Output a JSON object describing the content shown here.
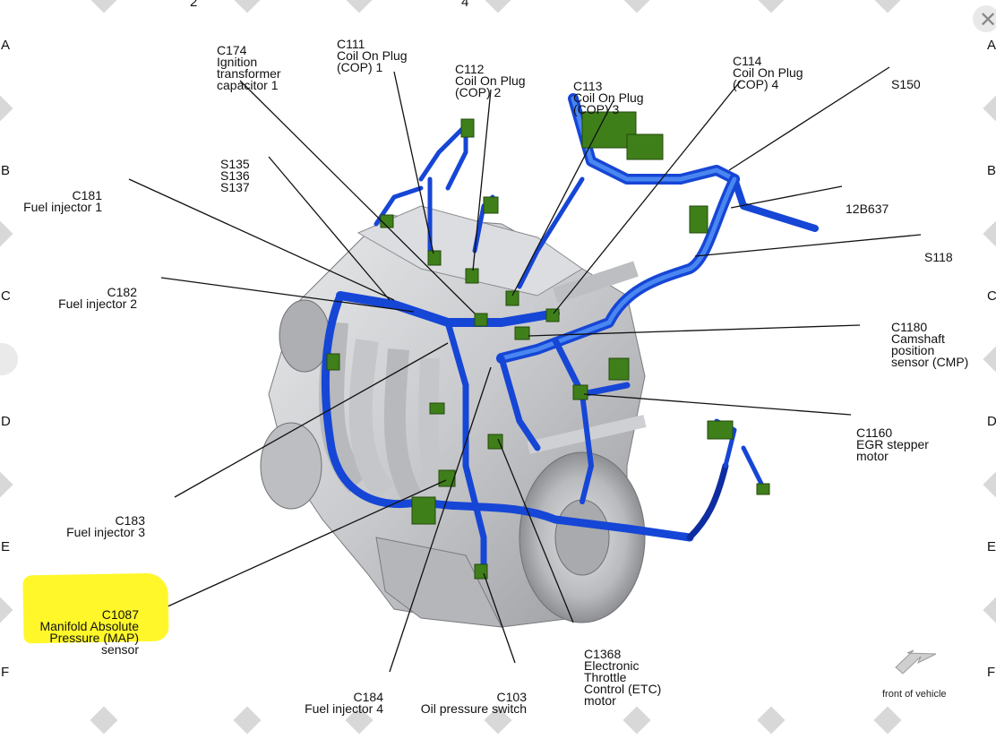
{
  "labels": {
    "c174": {
      "code": "C174",
      "desc": "Ignition\ntransformer\ncapacitor 1"
    },
    "c111": {
      "code": "C111",
      "desc": "Coil On Plug\n(COP) 1"
    },
    "c112": {
      "code": "C112",
      "desc": "Coil On Plug\n(COP) 2"
    },
    "c113": {
      "code": "C113",
      "desc": "Coil On Plug\n(COP) 3"
    },
    "c114": {
      "code": "C114",
      "desc": "Coil On Plug\n(COP) 4"
    },
    "s150": {
      "code": "S150"
    },
    "s135": {
      "code": "S135\nS136\nS137"
    },
    "c181": {
      "code": "C181",
      "desc": "Fuel injector 1"
    },
    "b12b637": {
      "code": "12B637"
    },
    "s118": {
      "code": "S118"
    },
    "c182": {
      "code": "C182",
      "desc": "Fuel injector 2"
    },
    "c1180": {
      "code": "C1180",
      "desc": "Camshaft\nposition\nsensor (CMP)"
    },
    "c1160": {
      "code": "C1160",
      "desc": "EGR stepper\nmotor"
    },
    "c183": {
      "code": "C183",
      "desc": "Fuel injector 3"
    },
    "c1087": {
      "code": "C1087",
      "desc": "Manifold Absolute\nPressure (MAP)\nsensor"
    },
    "c184": {
      "code": "C184",
      "desc": "Fuel injector 4"
    },
    "c103": {
      "code": "C103",
      "desc": "Oil pressure switch"
    },
    "c1368": {
      "code": "C1368",
      "desc": "Electronic\nThrottle\nControl (ETC)\nmotor"
    }
  },
  "front_of_vehicle": "front of vehicle",
  "grid_left": [
    "A",
    "B",
    "C",
    "D",
    "E",
    "F"
  ],
  "grid_right": [
    "A",
    "B",
    "C",
    "D",
    "E",
    "F"
  ],
  "top_numbers": [
    "2",
    "4"
  ],
  "colors": {
    "harness": "#1646d6",
    "harness_light": "#4a86f0",
    "connector": "#3f7f1a",
    "highlight": "#fff72a",
    "engine": "#c9cacc"
  },
  "icons": {
    "close": "close-icon",
    "arrow": "front-arrow-icon"
  }
}
